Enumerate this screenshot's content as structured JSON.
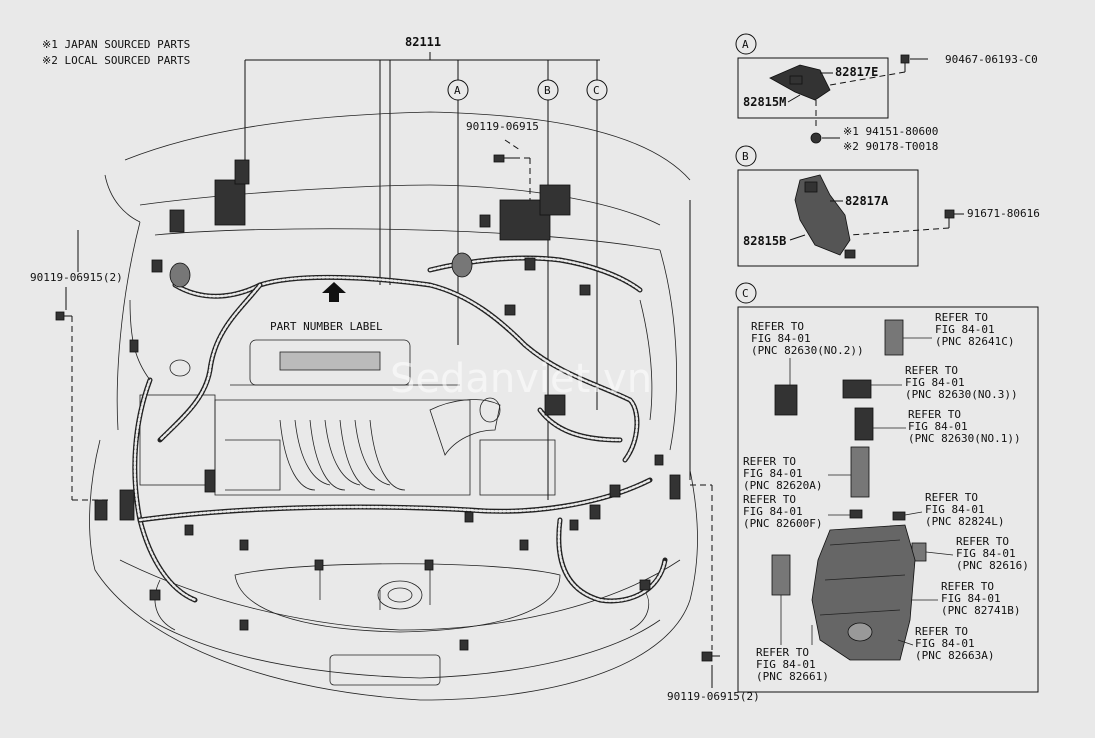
{
  "legend": {
    "japan": "※1  JAPAN SOURCED PARTS",
    "local": "※2  LOCAL SOURCED PARTS"
  },
  "main": {
    "part_82111": "82111",
    "part_label": "PART NUMBER LABEL",
    "bolt_top": "90119-06915",
    "bolt_left": "90119-06915(2)",
    "bolt_bottom": "90119-06915(2)",
    "circle_a": "A",
    "circle_b": "B",
    "circle_c": "C"
  },
  "detail_a": {
    "label": "A",
    "p1": "82817E",
    "p2": "82815M",
    "p3": "90467-06193-C0",
    "p4": "※1 94151-80600",
    "p5": "※2 90178-T0018"
  },
  "detail_b": {
    "label": "B",
    "p1": "82817A",
    "p2": "82815B",
    "p3": "91671-80616"
  },
  "detail_c": {
    "label": "C",
    "refs": [
      {
        "l1": "REFER TO",
        "l2": "FIG 84-01",
        "l3": "(PNC 82630(NO.2))"
      },
      {
        "l1": "REFER TO",
        "l2": "FIG 84-01",
        "l3": "(PNC 82641C)"
      },
      {
        "l1": "REFER TO",
        "l2": "FIG 84-01",
        "l3": "(PNC 82630(NO.3))"
      },
      {
        "l1": "REFER TO",
        "l2": "FIG 84-01",
        "l3": "(PNC 82630(NO.1))"
      },
      {
        "l1": "REFER TO",
        "l2": "FIG 84-01",
        "l3": "(PNC 82620A)"
      },
      {
        "l1": "REFER TO",
        "l2": "FIG 84-01",
        "l3": "(PNC 82600F)"
      },
      {
        "l1": "REFER TO",
        "l2": "FIG 84-01",
        "l3": "(PNC 82824L)"
      },
      {
        "l1": "REFER TO",
        "l2": "FIG 84-01",
        "l3": "(PNC 82616)"
      },
      {
        "l1": "REFER TO",
        "l2": "FIG 84-01",
        "l3": "(PNC 82741B)"
      },
      {
        "l1": "REFER TO",
        "l2": "FIG 84-01",
        "l3": "(PNC 82663A)"
      },
      {
        "l1": "REFER TO",
        "l2": "FIG 84-01",
        "l3": "(PNC 82661)"
      }
    ]
  },
  "watermark": "Sedanviet.vn"
}
